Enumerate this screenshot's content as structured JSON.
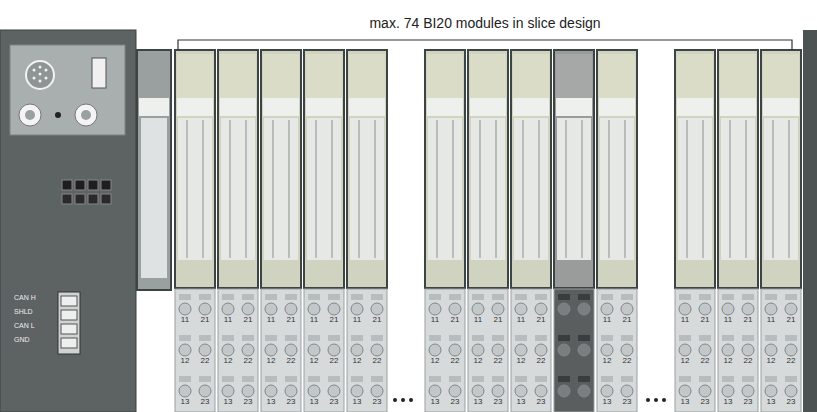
{
  "diagram": {
    "labels": [
      "max. 74 BI20 modules in slice design",
      "CAN H",
      "SHLD",
      "CAN L",
      "GND",
      "11",
      "21",
      "12",
      "22",
      "13",
      "23",
      "11",
      "21",
      "12",
      "22",
      "13",
      "23",
      "11",
      "21",
      "12",
      "22",
      "13",
      "23",
      "11",
      "21",
      "12",
      "22",
      "13",
      "23",
      "11",
      "21",
      "12",
      "22",
      "13",
      "23",
      "11",
      "21",
      "12",
      "22",
      "13",
      "23",
      "11",
      "21",
      "12",
      "22",
      "13",
      "23",
      "11",
      "21",
      "12",
      "22",
      "13",
      "23",
      "11",
      "21",
      "12",
      "22",
      "13",
      "23",
      "11",
      "21",
      "12",
      "22",
      "13",
      "23",
      "11",
      "21",
      "12",
      "22",
      "13",
      "23",
      "11",
      "21",
      "12",
      "22",
      "13",
      "23"
    ]
  }
}
